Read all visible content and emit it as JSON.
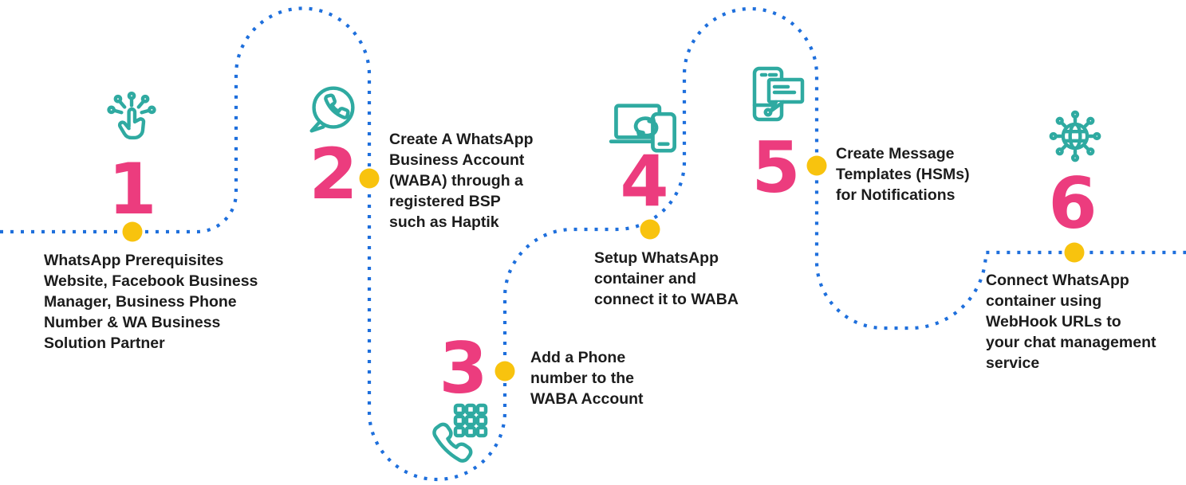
{
  "diagram": {
    "kind": "process-journey-infographic",
    "step_count": 6
  },
  "colors": {
    "accent_pink": "#EC3C7E",
    "accent_teal": "#2FAAA1",
    "path_blue": "#1E6FDC",
    "node_yellow": "#F8C30E",
    "text_dark": "#1C1C1C",
    "background": "#FFFFFF"
  },
  "steps": [
    {
      "number": "1",
      "icon": "tap-click-icon",
      "description": "WhatsApp Prerequisites\nWebsite, Facebook Business\nManager, Business Phone\nNumber & WA Business\nSolution Partner"
    },
    {
      "number": "2",
      "icon": "whatsapp-icon",
      "description": "Create A WhatsApp\nBusiness Account\n(WABA) through a\nregistered BSP\nsuch as Haptik"
    },
    {
      "number": "3",
      "icon": "phone-keypad-icon",
      "description": "Add a Phone\nnumber to the\nWABA Account"
    },
    {
      "number": "4",
      "icon": "device-sync-icon",
      "description": "Setup WhatsApp\ncontainer and\nconnect it to WABA"
    },
    {
      "number": "5",
      "icon": "message-template-icon",
      "description": "Create Message\nTemplates (HSMs)\nfor Notifications"
    },
    {
      "number": "6",
      "icon": "webhook-network-icon",
      "description": "Connect WhatsApp\ncontainer using\nWebHook URLs to\nyour chat management\nservice"
    }
  ]
}
